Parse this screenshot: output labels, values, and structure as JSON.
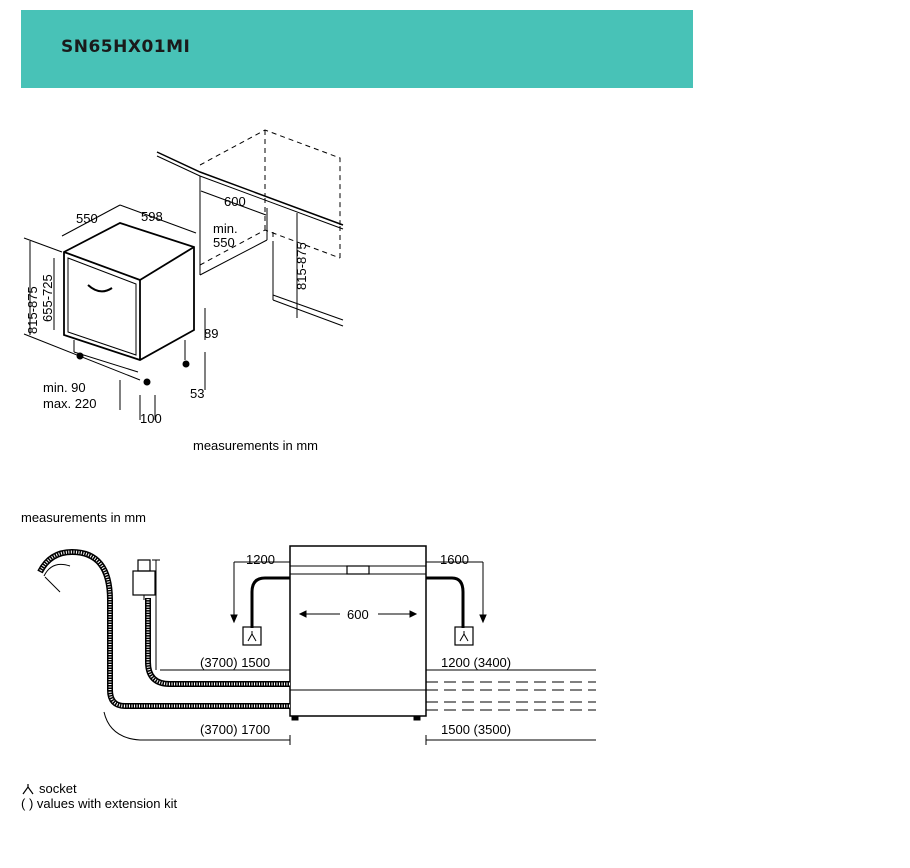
{
  "header": {
    "title": "SN65HX01MI",
    "background": "#48c2b7"
  },
  "installation_diagram": {
    "dimensions": {
      "depth": "550",
      "width": "598",
      "niche_width": "600",
      "niche_min_depth_line1": "min.",
      "niche_min_depth_line2": "550",
      "niche_height": "815-875",
      "total_height": "815-875",
      "body_height": "655-725",
      "plinth_height": "89",
      "foot_recess": "53",
      "plinth_depth": "100",
      "plinth_range_line1": "min. 90",
      "plinth_range_line2": "max. 220"
    },
    "units_note": "measurements in mm"
  },
  "connection_diagram": {
    "units_note": "measurements in mm",
    "labels": {
      "left_top": "1200",
      "right_top": "1600",
      "width": "600",
      "left_mid": "(3700) 1500",
      "right_mid": "1200 (3400)",
      "left_bottom": "(3700) 1700",
      "right_bottom": "1500 (3500)"
    }
  },
  "legend": {
    "socket": "socket",
    "extension": "( ) values with extension kit"
  }
}
